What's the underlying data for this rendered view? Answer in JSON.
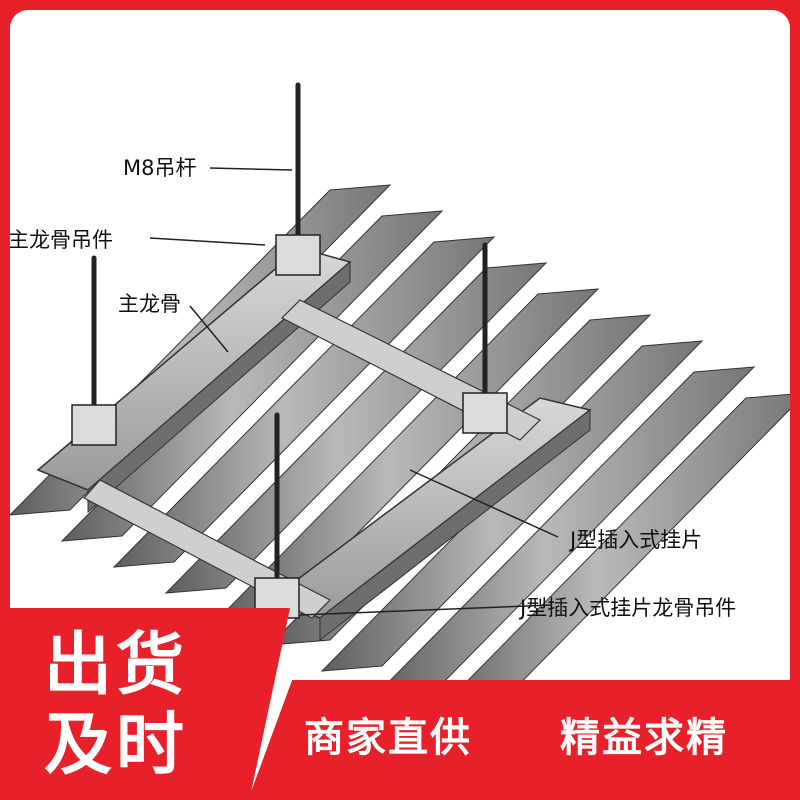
{
  "labels": {
    "m8_rod": "M8吊杆",
    "main_keel_hanger": "主龙骨吊件",
    "main_keel": "主龙骨",
    "j_panel": "J型插入式挂片",
    "j_keel_hanger": "J型插入式挂片龙骨吊件"
  },
  "badge": {
    "line1": "出货",
    "line2": "及时"
  },
  "banner": {
    "text1": "商家直供",
    "text2": "精益求精"
  },
  "colors": {
    "frame_red": "#e8202a",
    "panel_gray": "#8a8a8a",
    "text": "#111111"
  }
}
